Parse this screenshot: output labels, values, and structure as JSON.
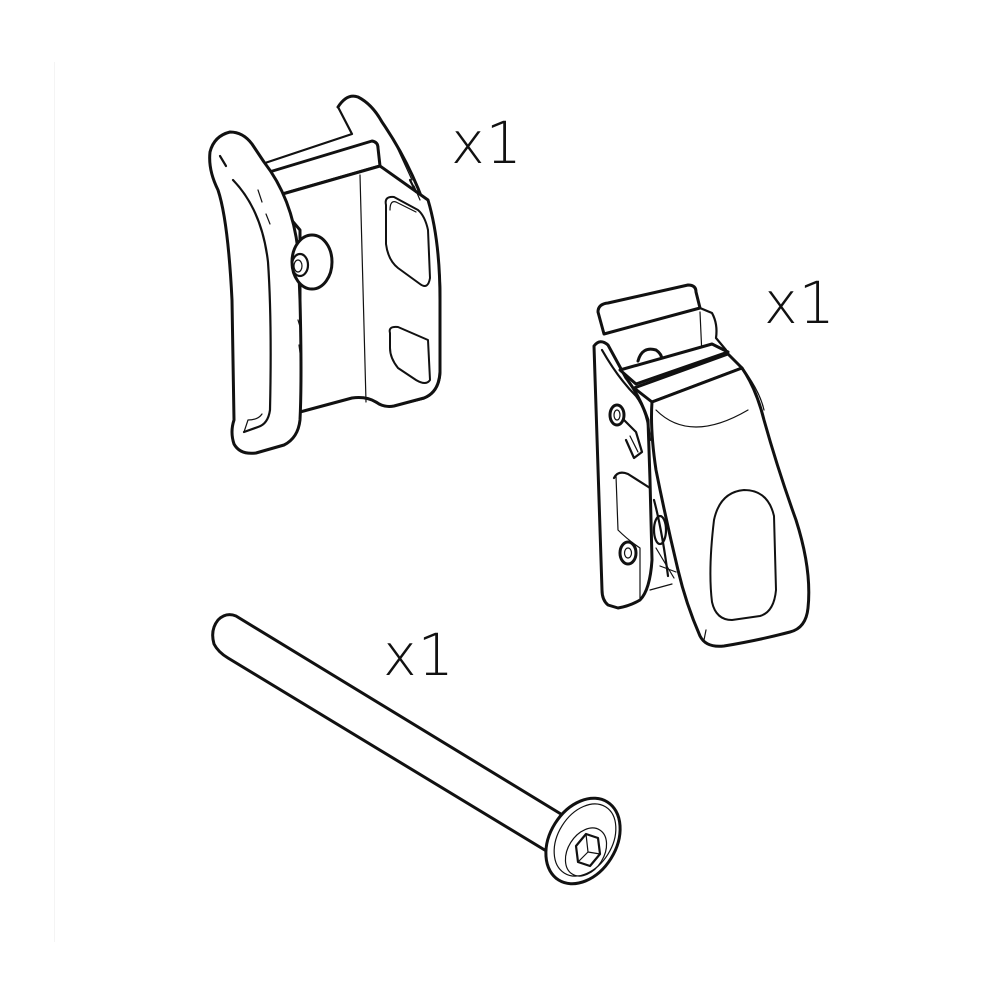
{
  "diagram": {
    "type": "parts-list-illustration",
    "background": "#ffffff",
    "line_color": "#111111",
    "parts": [
      {
        "id": "bracket",
        "description": "curved mounting bracket with side slots and center pivot",
        "quantity_label": "x1",
        "quantity": 1
      },
      {
        "id": "buckle",
        "description": "cam buckle / clamp lever with side plate and rivets",
        "quantity_label": "x1",
        "quantity": 1
      },
      {
        "id": "bolt",
        "description": "long hex socket bolt / pin",
        "quantity_label": "x1",
        "quantity": 1
      }
    ]
  }
}
